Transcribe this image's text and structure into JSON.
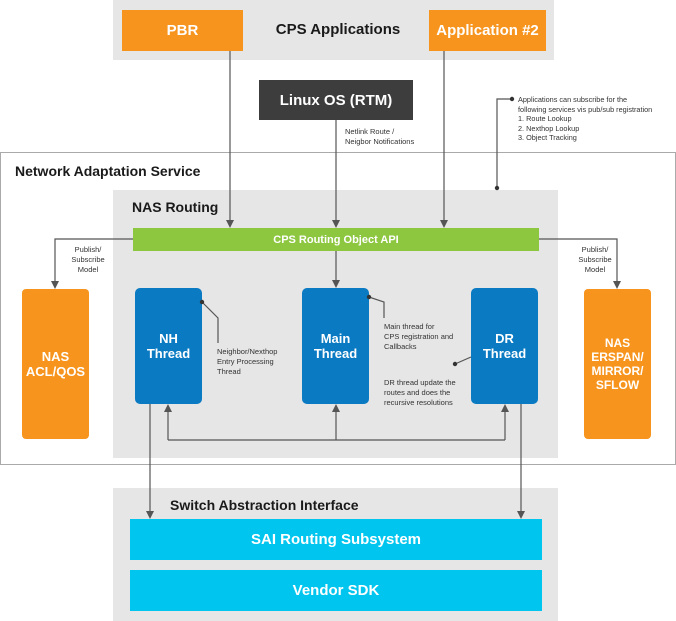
{
  "top": {
    "title": "CPS Applications",
    "pbr": "PBR",
    "app2": "Application #2"
  },
  "linux": {
    "label": "Linux OS (RTM)",
    "note": "Netlink Route /\nNeigbor Notifications"
  },
  "subscribe_note": "Applications can subscribe for the\nfollowing services vis pub/sub registration\n1. Route Lookup\n2. Nexthop Lookup\n3. Object Tracking",
  "nas": {
    "title": "Network Adaptation Service",
    "routing_title": "NAS Routing",
    "api": "CPS Routing Object API",
    "publish_left": "Publish/\nSubscribe\nModel",
    "publish_right": "Publish/\nSubscribe\nModel",
    "acl": "NAS\nACL/QOS",
    "erspan": "NAS\nERSPAN/\nMIRROR/\nSFLOW",
    "nh_thread": "NH\nThread",
    "main_thread": "Main\nThread",
    "dr_thread": "DR\nThread",
    "nh_note": "Neighbor/Nexthop\nEntry Processing\nThread",
    "main_note": "Main thread for\nCPS registration and\nCallbacks",
    "dr_note": "DR thread update the\nroutes and does the\nrecursive resolutions"
  },
  "sai": {
    "title": "Switch Abstraction Interface",
    "routing": "SAI Routing Subsystem",
    "vendor": "Vendor SDK"
  },
  "colors": {
    "orange": "#f7941d",
    "green": "#8dc63f",
    "blue": "#0a7ac2",
    "cyan": "#00c6ef",
    "dark": "#3d3d3d",
    "panel": "#e6e6e6"
  }
}
